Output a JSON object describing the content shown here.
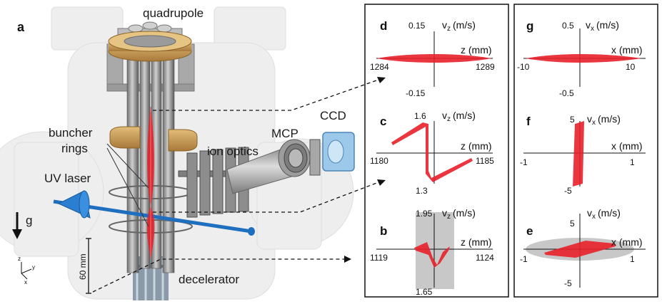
{
  "figure": {
    "panel_a": {
      "letter": "a",
      "labels": {
        "quadrupole": "quadrupole",
        "ccd": "CCD",
        "mcp": "MCP",
        "buncher_rings": [
          "buncher",
          "rings"
        ],
        "ion_optics": "ion optics",
        "uv_laser": "UV laser",
        "gravity": "g",
        "scale": "60 mm",
        "decelerator": "decelerator",
        "axes": {
          "z": "z",
          "y": "y",
          "x": "x"
        }
      }
    },
    "panels": [
      {
        "letter": "d",
        "axis_label": "z (mm)",
        "v_label": "v",
        "v_sub": "z",
        "v_unit": "(m/s)",
        "x_ticks": [
          "1284",
          "1289"
        ],
        "y_top": "0.15",
        "y_bottom": "-0.15"
      },
      {
        "letter": "c",
        "axis_label": "z (mm)",
        "v_label": "v",
        "v_sub": "z",
        "v_unit": "(m/s)",
        "x_ticks": [
          "1180",
          "1185"
        ],
        "y_top": "1.6",
        "y_bottom": "1.3"
      },
      {
        "letter": "b",
        "axis_label": "z (mm)",
        "v_label": "v",
        "v_sub": "z",
        "v_unit": "(m/s)",
        "x_ticks": [
          "1119",
          "1124"
        ],
        "y_top": "1.95",
        "y_bottom": "1.65"
      },
      {
        "letter": "g",
        "axis_label": "x (mm)",
        "v_label": "v",
        "v_sub": "x",
        "v_unit": "(m/s)",
        "x_ticks": [
          "-10",
          "10"
        ],
        "y_top": "0.5",
        "y_bottom": "-0.5"
      },
      {
        "letter": "f",
        "axis_label": "x (mm)",
        "v_label": "v",
        "v_sub": "x",
        "v_unit": "(m/s)",
        "x_ticks": [
          "-1",
          "1"
        ],
        "y_top": "5",
        "y_bottom": "-5"
      },
      {
        "letter": "e",
        "axis_label": "x (mm)",
        "v_label": "v",
        "v_sub": "x",
        "v_unit": "(m/s)",
        "x_ticks": [
          "-1",
          "1"
        ],
        "y_top": "5",
        "y_bottom": "-5"
      }
    ],
    "colors": {
      "data": "#e8202a",
      "acceptance": "#c8c8c8",
      "beam": "#1f6fc0",
      "brass": "#c79a50"
    }
  }
}
